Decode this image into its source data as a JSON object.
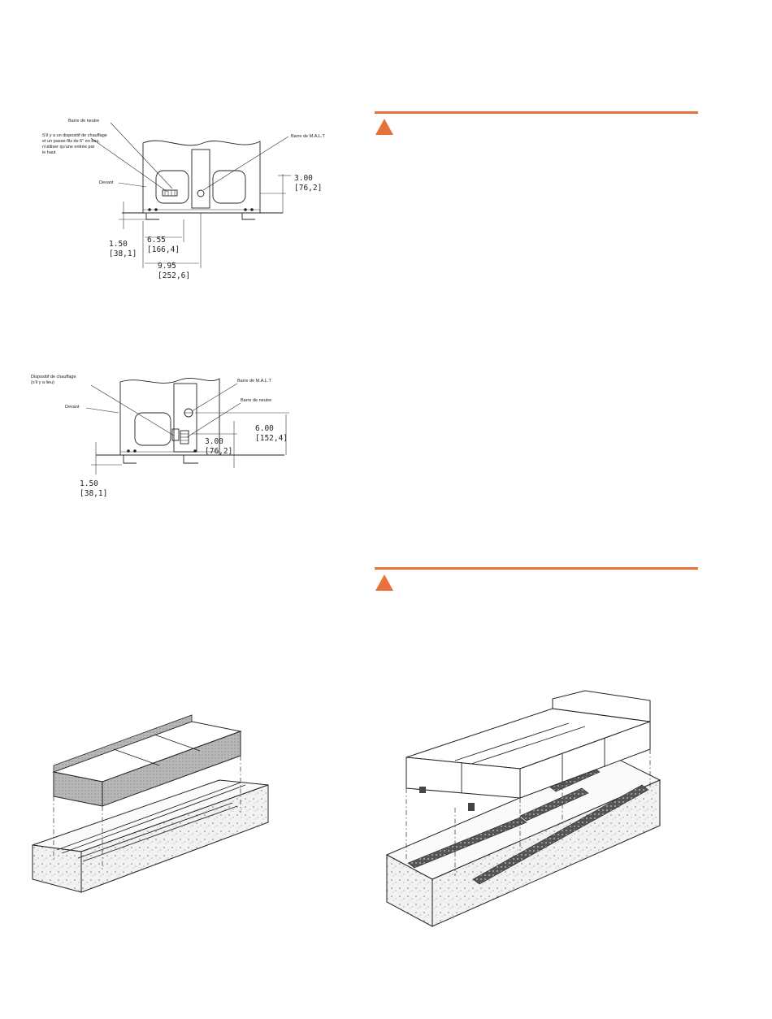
{
  "accent_color": "#e8703a",
  "icons": [
    "warning-triangle-icon"
  ],
  "figure1": {
    "callouts": {
      "neutral_bar": "Barre de neutre",
      "heater_note_l1": "S'il y a un dispositif de chauffage",
      "heater_note_l2": "et un passe-fils de 6\" en bas,",
      "heater_note_l3": "n'utiliser qu'une entrée par",
      "heater_note_l4": "le haut",
      "ground_bar": "Barre de M.A.L.T",
      "front": "Devant"
    },
    "dimensions": {
      "d1_in": "3.00",
      "d1_mm": "[76,2]",
      "d2_in": "1.50",
      "d2_mm": "[38,1]",
      "d3_in": "6.55",
      "d3_mm": "[166,4]",
      "d4_in": "9.95",
      "d4_mm": "[252,6]"
    }
  },
  "figure2": {
    "callouts": {
      "heater_l1": "Dispositif de chauffage",
      "heater_l2": "(s'il y a lieu)",
      "ground_bar": "Barre de M.A.L.T",
      "neutral_bar": "Barre de neutre",
      "front": "Devant"
    },
    "dimensions": {
      "d1_in": "6.00",
      "d1_mm": "[152,4]",
      "d2_in": "3.00",
      "d2_mm": "[76,2]",
      "d3_in": "1.50",
      "d3_mm": "[38,1]"
    }
  }
}
